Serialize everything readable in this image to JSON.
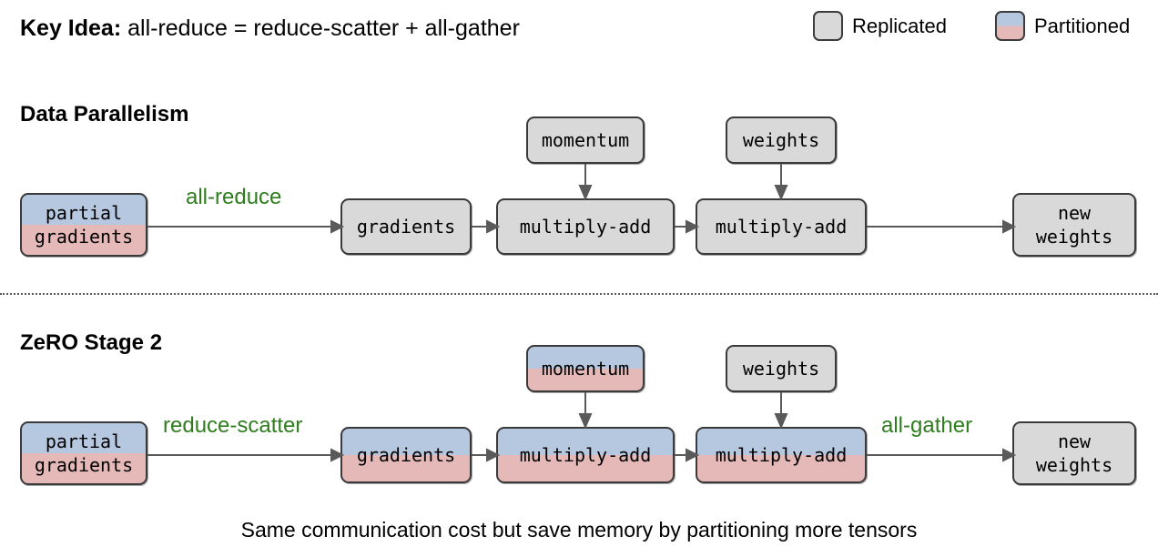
{
  "header": {
    "key_idea_lead": "Key Idea:",
    "key_idea_text": " all-reduce = reduce-scatter + all-gather"
  },
  "legend": {
    "items": [
      {
        "label": "Replicated",
        "kind": "replicated",
        "color": "#d9d9d9"
      },
      {
        "label": "Partitioned",
        "kind": "partitioned",
        "color_top": "#b6c7e0",
        "color_bottom": "#e6b9b9"
      }
    ]
  },
  "colors": {
    "replicated": "#d9d9d9",
    "partition_top": "#b6c7e0",
    "partition_bottom": "#e6b9b9",
    "op_label_green": "#2f7d1f",
    "border": "#3a3a3a",
    "arrow": "#5a5a5a",
    "background": "#ffffff"
  },
  "rows": [
    {
      "title": "Data Parallelism",
      "op_labels": [
        {
          "text": "all-reduce"
        }
      ],
      "nodes": [
        {
          "name": "partial-gradients",
          "lines": [
            "partial",
            "gradients"
          ],
          "kind": "partitioned"
        },
        {
          "name": "gradients",
          "lines": [
            "gradients"
          ],
          "kind": "replicated"
        },
        {
          "name": "momentum",
          "lines": [
            "momentum"
          ],
          "kind": "replicated"
        },
        {
          "name": "multiply-add-1",
          "lines": [
            "multiply-add"
          ],
          "kind": "replicated"
        },
        {
          "name": "weights",
          "lines": [
            "weights"
          ],
          "kind": "replicated"
        },
        {
          "name": "multiply-add-2",
          "lines": [
            "multiply-add"
          ],
          "kind": "replicated"
        },
        {
          "name": "new-weights",
          "lines": [
            "new",
            "weights"
          ],
          "kind": "replicated"
        }
      ]
    },
    {
      "title": "ZeRO Stage 2",
      "op_labels": [
        {
          "text": "reduce-scatter"
        },
        {
          "text": "all-gather"
        }
      ],
      "nodes": [
        {
          "name": "partial-gradients",
          "lines": [
            "partial",
            "gradients"
          ],
          "kind": "partitioned"
        },
        {
          "name": "gradients",
          "lines": [
            "gradients"
          ],
          "kind": "partitioned"
        },
        {
          "name": "momentum",
          "lines": [
            "momentum"
          ],
          "kind": "partitioned"
        },
        {
          "name": "multiply-add-1",
          "lines": [
            "multiply-add"
          ],
          "kind": "partitioned"
        },
        {
          "name": "weights",
          "lines": [
            "weights"
          ],
          "kind": "replicated"
        },
        {
          "name": "multiply-add-2",
          "lines": [
            "multiply-add"
          ],
          "kind": "partitioned"
        },
        {
          "name": "new-weights",
          "lines": [
            "new",
            "weights"
          ],
          "kind": "replicated"
        }
      ]
    }
  ],
  "footer": {
    "caption": "Same communication cost but save memory by partitioning more tensors"
  }
}
